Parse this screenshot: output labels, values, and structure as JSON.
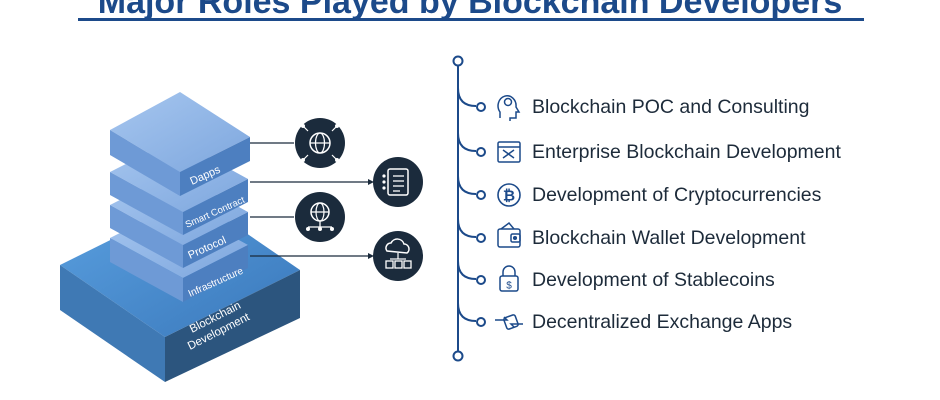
{
  "title": "Major Roles Played by Blockchain Developers",
  "stack": {
    "base_label_line1": "Blockchain",
    "base_label_line2": "Development",
    "layers": [
      "Dapps",
      "Smart Contract",
      "Protocol",
      "Infrastructure"
    ]
  },
  "layer_icons": [
    "globe-network-icon",
    "document-list-icon",
    "network-globe-icon",
    "cloud-nodes-icon"
  ],
  "roles": [
    {
      "label": "Blockchain POC and Consulting",
      "icon": "head-gear-icon"
    },
    {
      "label": "Enterprise Blockchain Development",
      "icon": "tools-screen-icon"
    },
    {
      "label": "Development of Cryptocurrencies",
      "icon": "bitcoin-icon"
    },
    {
      "label": "Blockchain Wallet Development",
      "icon": "wallet-icon"
    },
    {
      "label": "Development of Stablecoins",
      "icon": "lock-dollar-icon"
    },
    {
      "label": "Decentralized Exchange Apps",
      "icon": "exchange-icon"
    }
  ],
  "colors": {
    "title": "#1c4a8a",
    "icon_circle": "#1b2b3c",
    "timeline": "#1c4a8a",
    "base_top": "#4a8fd1",
    "base_side": "#2f5c86",
    "layer_top": "#8ab2e6",
    "layer_front": "#5f8fcf"
  }
}
